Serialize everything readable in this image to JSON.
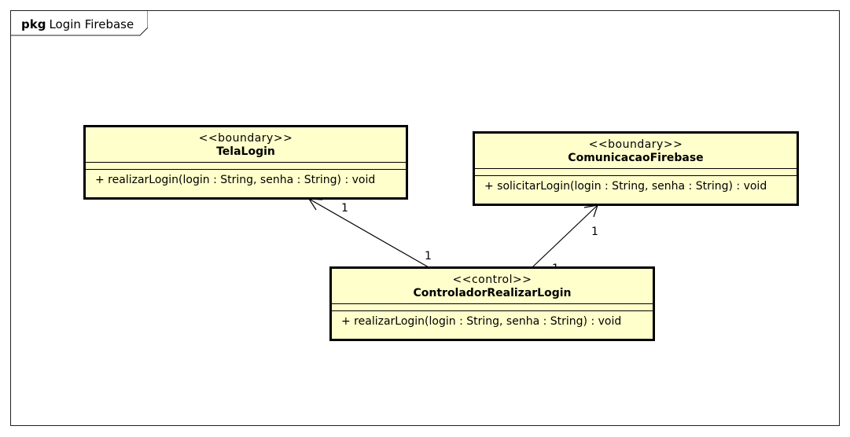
{
  "package": {
    "keyword": "pkg",
    "name": "Login Firebase"
  },
  "classes": {
    "tela_login": {
      "stereotype": "<<boundary>>",
      "name": "TelaLogin",
      "operation": "+ realizarLogin(login : String, senha : String) : void"
    },
    "comunicacao_firebase": {
      "stereotype": "<<boundary>>",
      "name": "ComunicacaoFirebase",
      "operation": "+ solicitarLogin(login : String, senha : String) : void"
    },
    "controlador": {
      "stereotype": "<<control>>",
      "name": "ControladorRealizarLogin",
      "operation": "+ realizarLogin(login : String, senha : String) : void"
    }
  },
  "associations": {
    "controlador_tela": {
      "mult_target": "1",
      "mult_source": "1"
    },
    "controlador_firebase": {
      "mult_target": "1",
      "mult_source": "1"
    }
  }
}
